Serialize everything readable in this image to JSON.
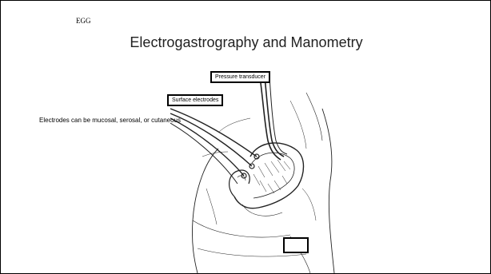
{
  "slide": {
    "header_tag": "EGG",
    "title": "Electrogastrography and Manometry",
    "labels": {
      "pressure_transducer": "Pressure transducer",
      "surface_electrodes": "Surface electrodes"
    },
    "caption": "Electrodes can be mucosal, serosal, or cutaneous",
    "figure_icon": "stomach-anatomy-illustration"
  }
}
